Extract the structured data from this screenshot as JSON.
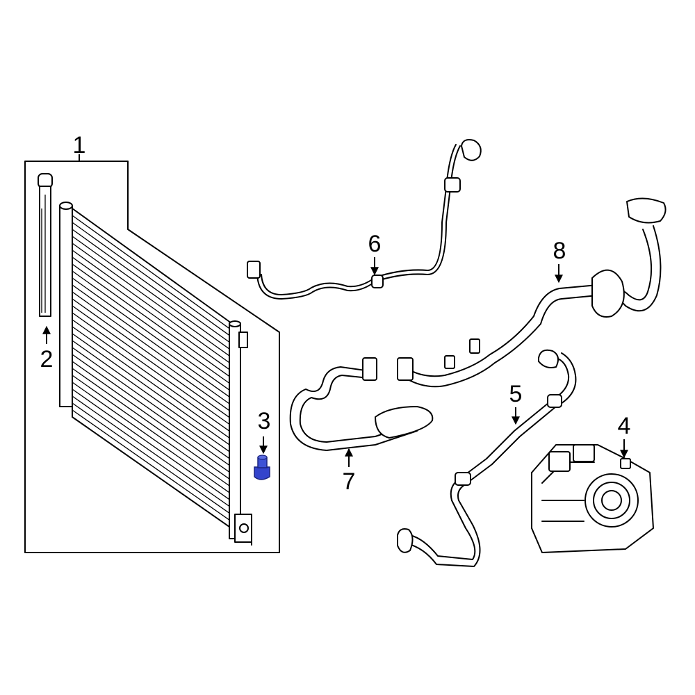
{
  "diagram": {
    "highlight_color": "#3344cc",
    "callouts": [
      {
        "id": "1",
        "label": "1",
        "part": "condenser"
      },
      {
        "id": "2",
        "label": "2",
        "part": "receiver-drier"
      },
      {
        "id": "3",
        "label": "3",
        "part": "cap"
      },
      {
        "id": "4",
        "label": "4",
        "part": "compressor"
      },
      {
        "id": "5",
        "label": "5",
        "part": "hose"
      },
      {
        "id": "6",
        "label": "6",
        "part": "hose"
      },
      {
        "id": "7",
        "label": "7",
        "part": "hose"
      },
      {
        "id": "8",
        "label": "8",
        "part": "hose"
      }
    ]
  }
}
